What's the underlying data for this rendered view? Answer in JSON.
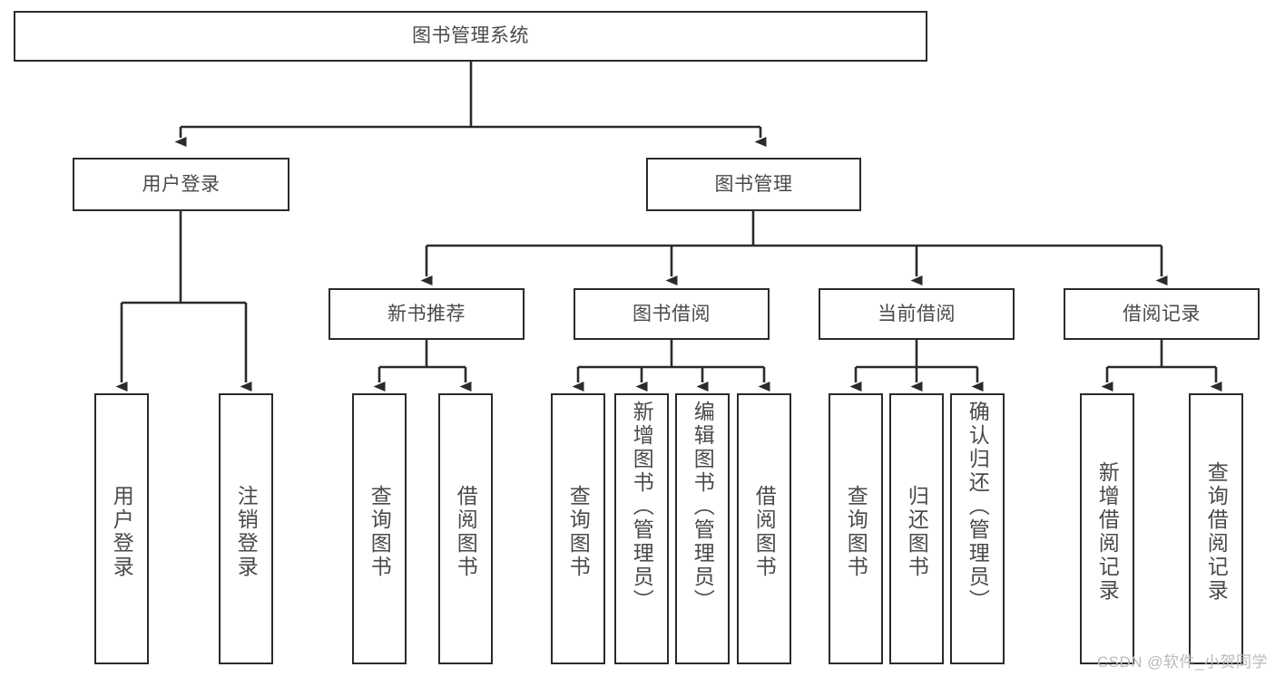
{
  "diagram": {
    "type": "tree-hierarchy",
    "title": "图书管理系统",
    "watermark": "CSDN @软件_小贺同学",
    "colors": {
      "stroke": "#2b2b2b",
      "text": "#4a4a4a",
      "background": "#ffffff",
      "watermark": "#b9b9b9"
    },
    "root": {
      "label": "图书管理系统"
    },
    "level2": [
      {
        "label": "用户登录"
      },
      {
        "label": "图书管理"
      }
    ],
    "level3": [
      {
        "label": "新书推荐"
      },
      {
        "label": "图书借阅"
      },
      {
        "label": "当前借阅"
      },
      {
        "label": "借阅记录"
      }
    ],
    "leaves": {
      "user_login": [
        {
          "label": "用户登录"
        },
        {
          "label": "注销登录"
        }
      ],
      "new_book_recommend": [
        {
          "label": "查询图书"
        },
        {
          "label": "借阅图书"
        }
      ],
      "book_borrow": [
        {
          "label": "查询图书"
        },
        {
          "label": "新增图书（管理员）"
        },
        {
          "label": "编辑图书（管理员）"
        },
        {
          "label": "借阅图书"
        }
      ],
      "current_borrow": [
        {
          "label": "查询图书"
        },
        {
          "label": "归还图书"
        },
        {
          "label": "确认归还（管理员）"
        }
      ],
      "borrow_record": [
        {
          "label": "新增借阅记录"
        },
        {
          "label": "查询借阅记录"
        }
      ]
    }
  }
}
